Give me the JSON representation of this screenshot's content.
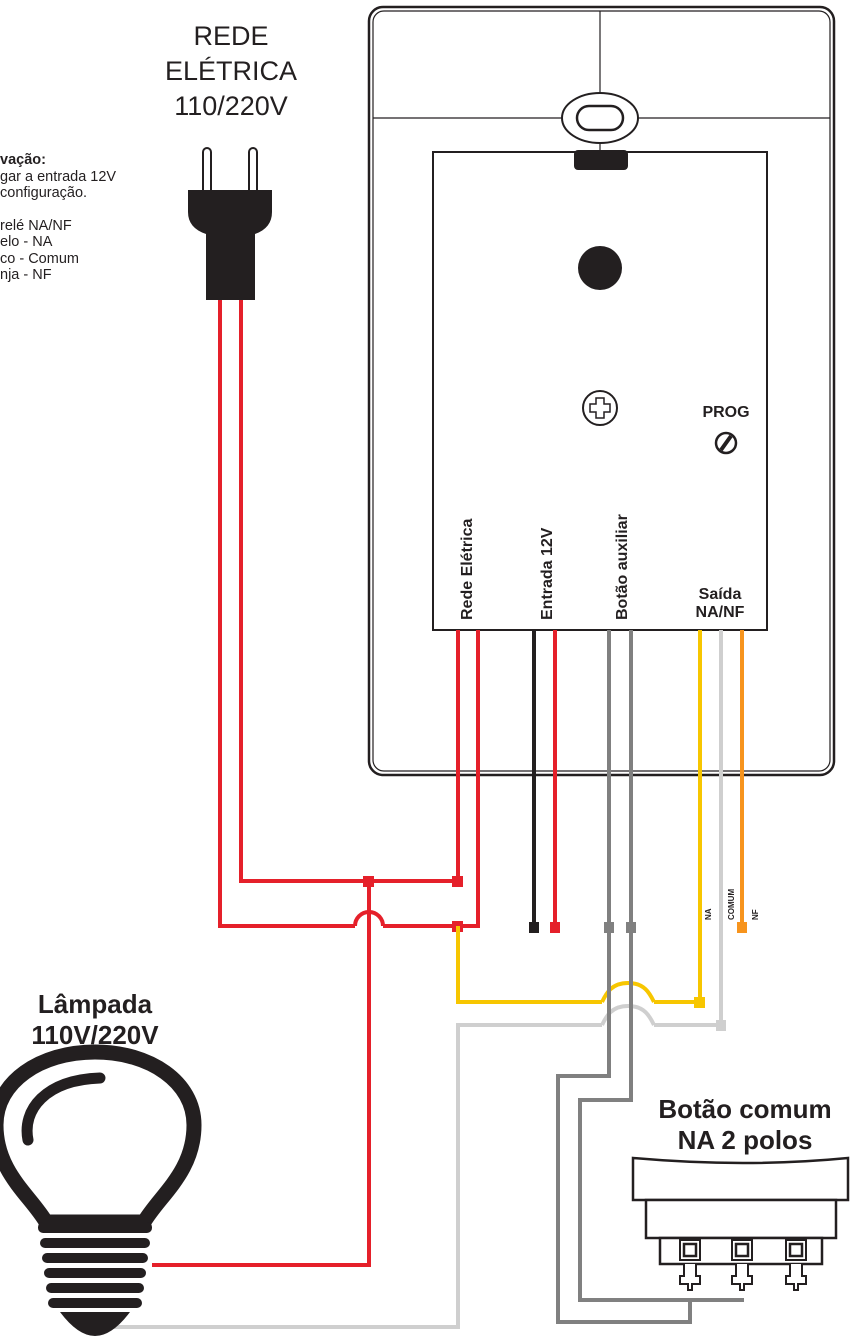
{
  "power_label": {
    "line1": "REDE",
    "line2": "ELÉTRICA",
    "line3": "110/220V"
  },
  "observation": {
    "title": "vação:",
    "lines_a": [
      "gar a entrada 12V",
      "configuração."
    ],
    "lines_b": [
      "relé NA/NF",
      "elo - NA",
      "co - Comum",
      "nja - NF"
    ]
  },
  "module": {
    "prog_label": "PROG",
    "terminal_labels": {
      "rede": "Rede Elétrica",
      "entrada": "Entrada 12V",
      "botao": "Botão auxiliar",
      "saida_line1": "Saída",
      "saida_line2": "NA/NF"
    }
  },
  "wire_tags": {
    "na": "NA",
    "comum": "COMUM",
    "nf": "NF"
  },
  "lamp_label": {
    "line1": "Lâmpada",
    "line2": "110V/220V"
  },
  "button_label": {
    "line1": "Botão comum",
    "line2": "NA 2 polos"
  },
  "colors": {
    "red": "#e5202a",
    "black": "#231f20",
    "gray": "#808080",
    "light_gray": "#cfcfcf",
    "yellow": "#f7c600",
    "orange": "#f7941d"
  }
}
